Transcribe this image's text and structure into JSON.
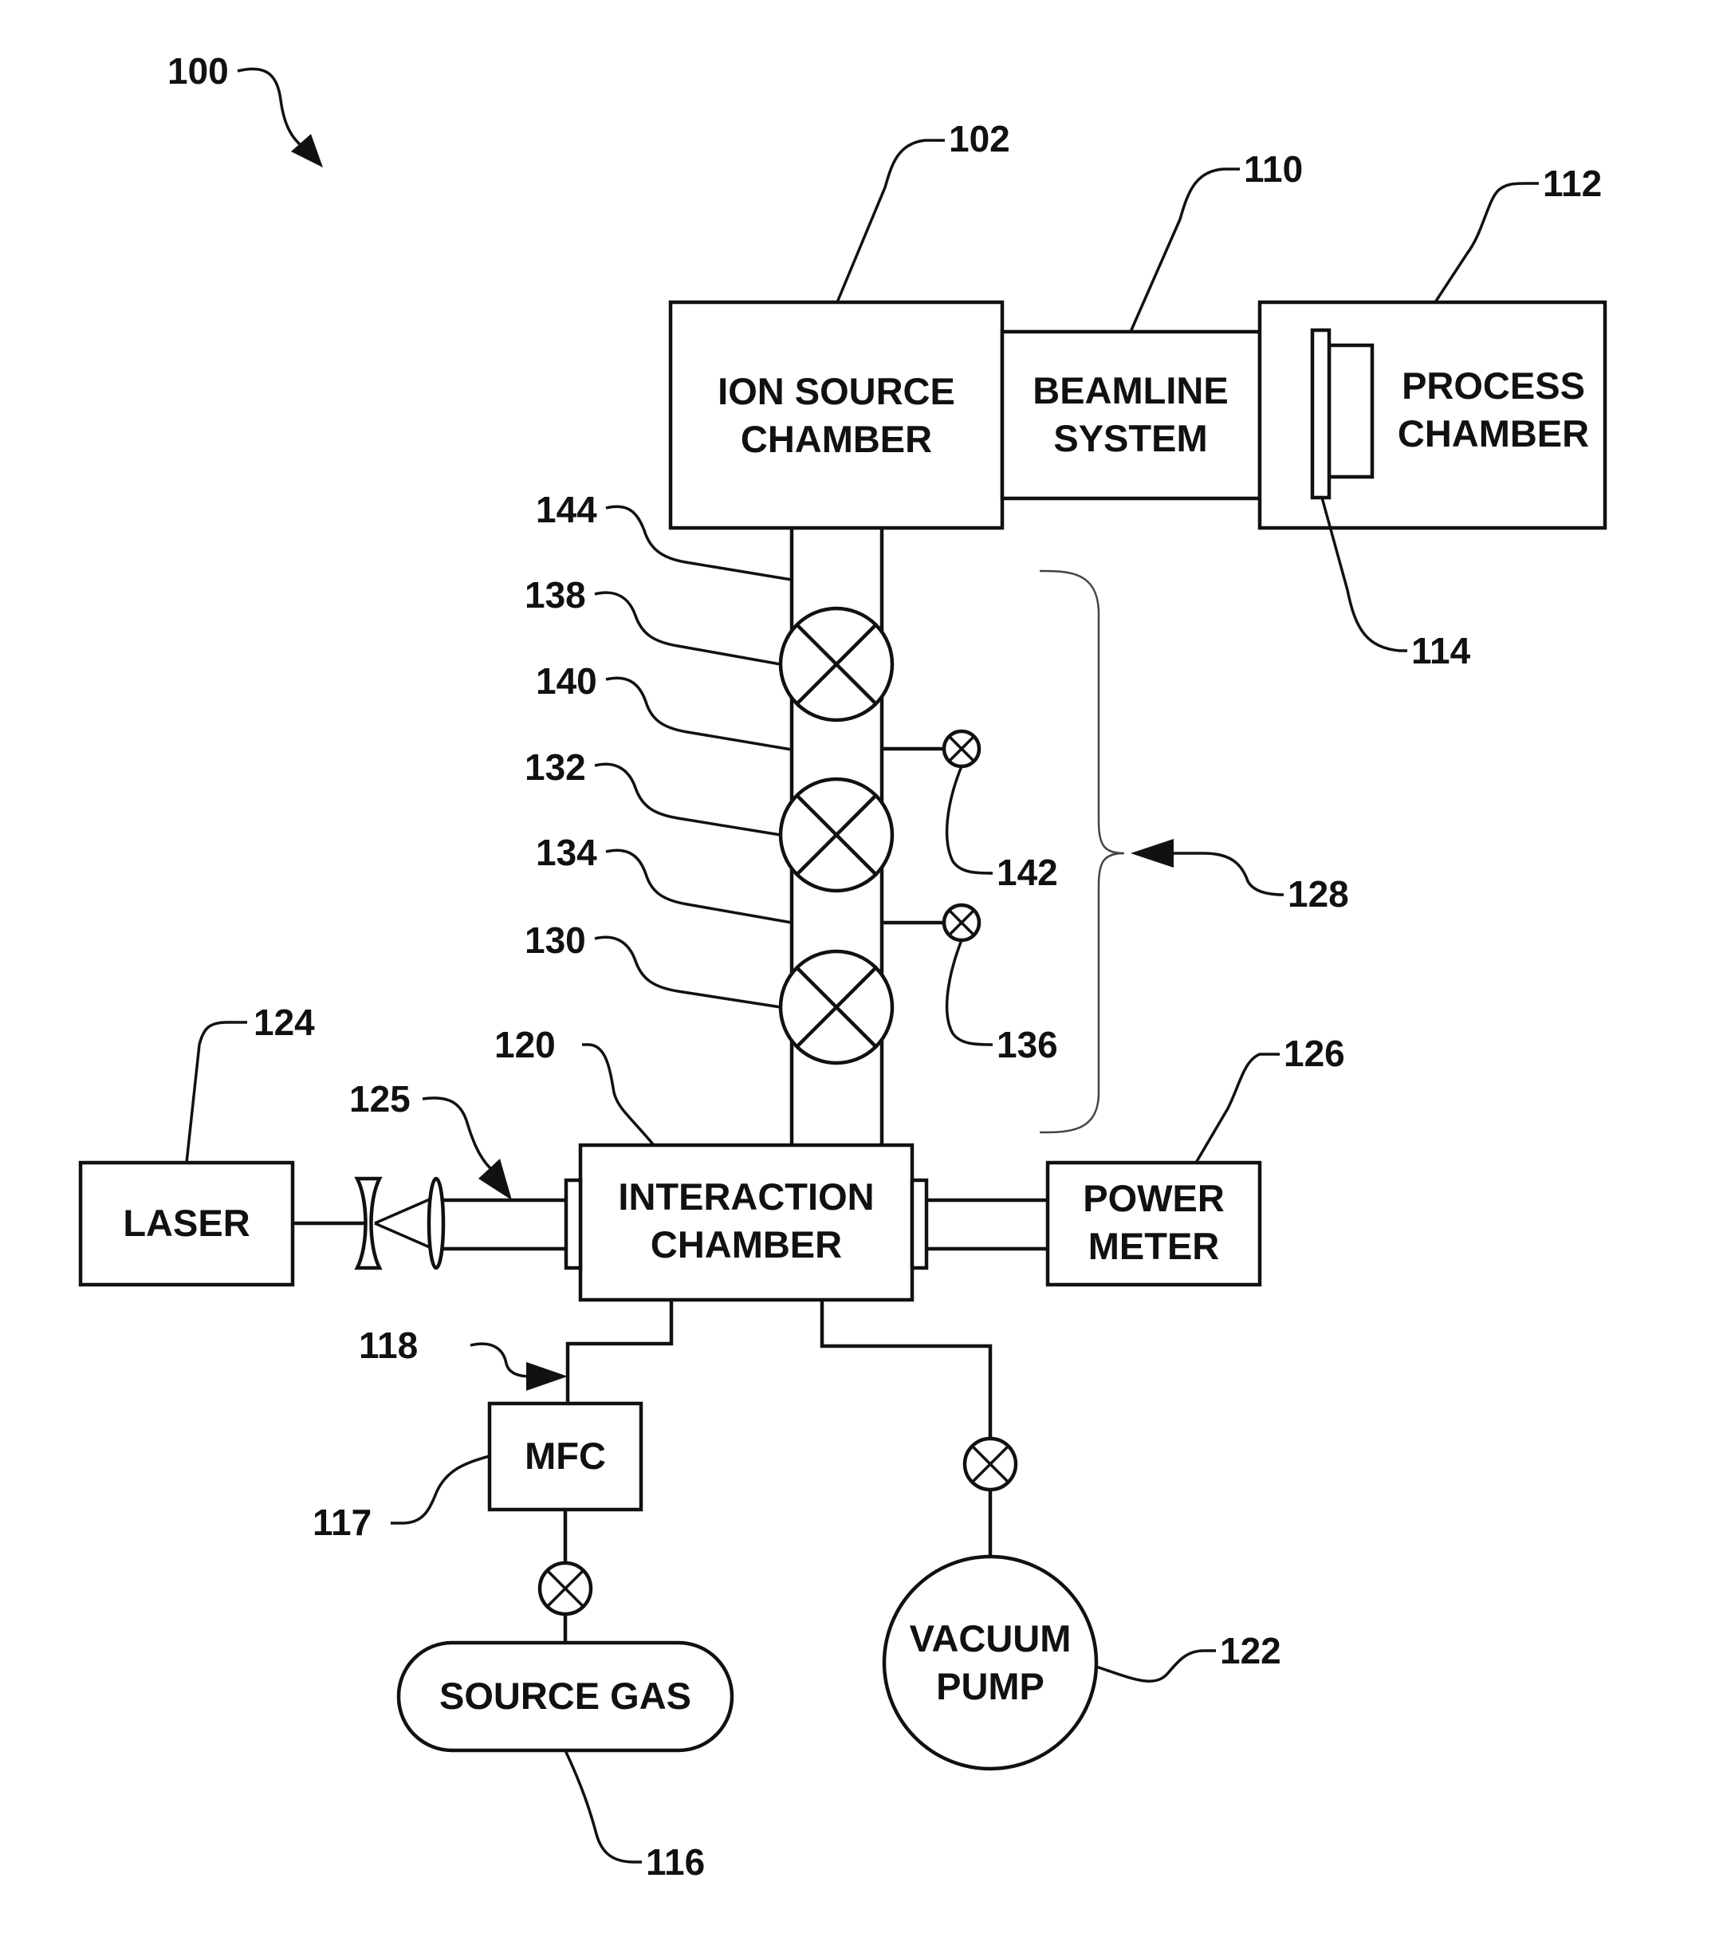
{
  "figure_ref": "100",
  "components": {
    "ion_source": {
      "line1": "ION SOURCE",
      "line2": "CHAMBER",
      "ref": "102"
    },
    "beamline": {
      "line1": "BEAMLINE",
      "line2": "SYSTEM",
      "ref": "110"
    },
    "process_chamber": {
      "line1": "PROCESS",
      "line2": "CHAMBER",
      "ref": "112"
    },
    "substrate": {
      "ref": "114"
    },
    "interaction_chamber": {
      "line1": "INTERACTION",
      "line2": "CHAMBER",
      "ref": "120"
    },
    "laser": {
      "label": "LASER",
      "ref": "124"
    },
    "optics": {
      "ref": "125"
    },
    "power_meter": {
      "line1": "POWER",
      "line2": "METER",
      "ref": "126"
    },
    "mfc": {
      "label": "MFC",
      "ref": "117"
    },
    "gas_line": {
      "ref": "118"
    },
    "source_gas": {
      "label": "SOURCE GAS",
      "ref": "116"
    },
    "vacuum_pump": {
      "line1": "VACUUM",
      "line2": "PUMP",
      "ref": "122"
    },
    "valve_assembly": {
      "ref": "128"
    }
  },
  "valve_stack": {
    "valve_top": "138",
    "valve_middle": "132",
    "valve_bottom": "130",
    "conduit_top": "144",
    "conduit_mid_upper": "140",
    "conduit_mid_lower": "134",
    "side_valve_upper": "142",
    "side_valve_lower": "136"
  }
}
